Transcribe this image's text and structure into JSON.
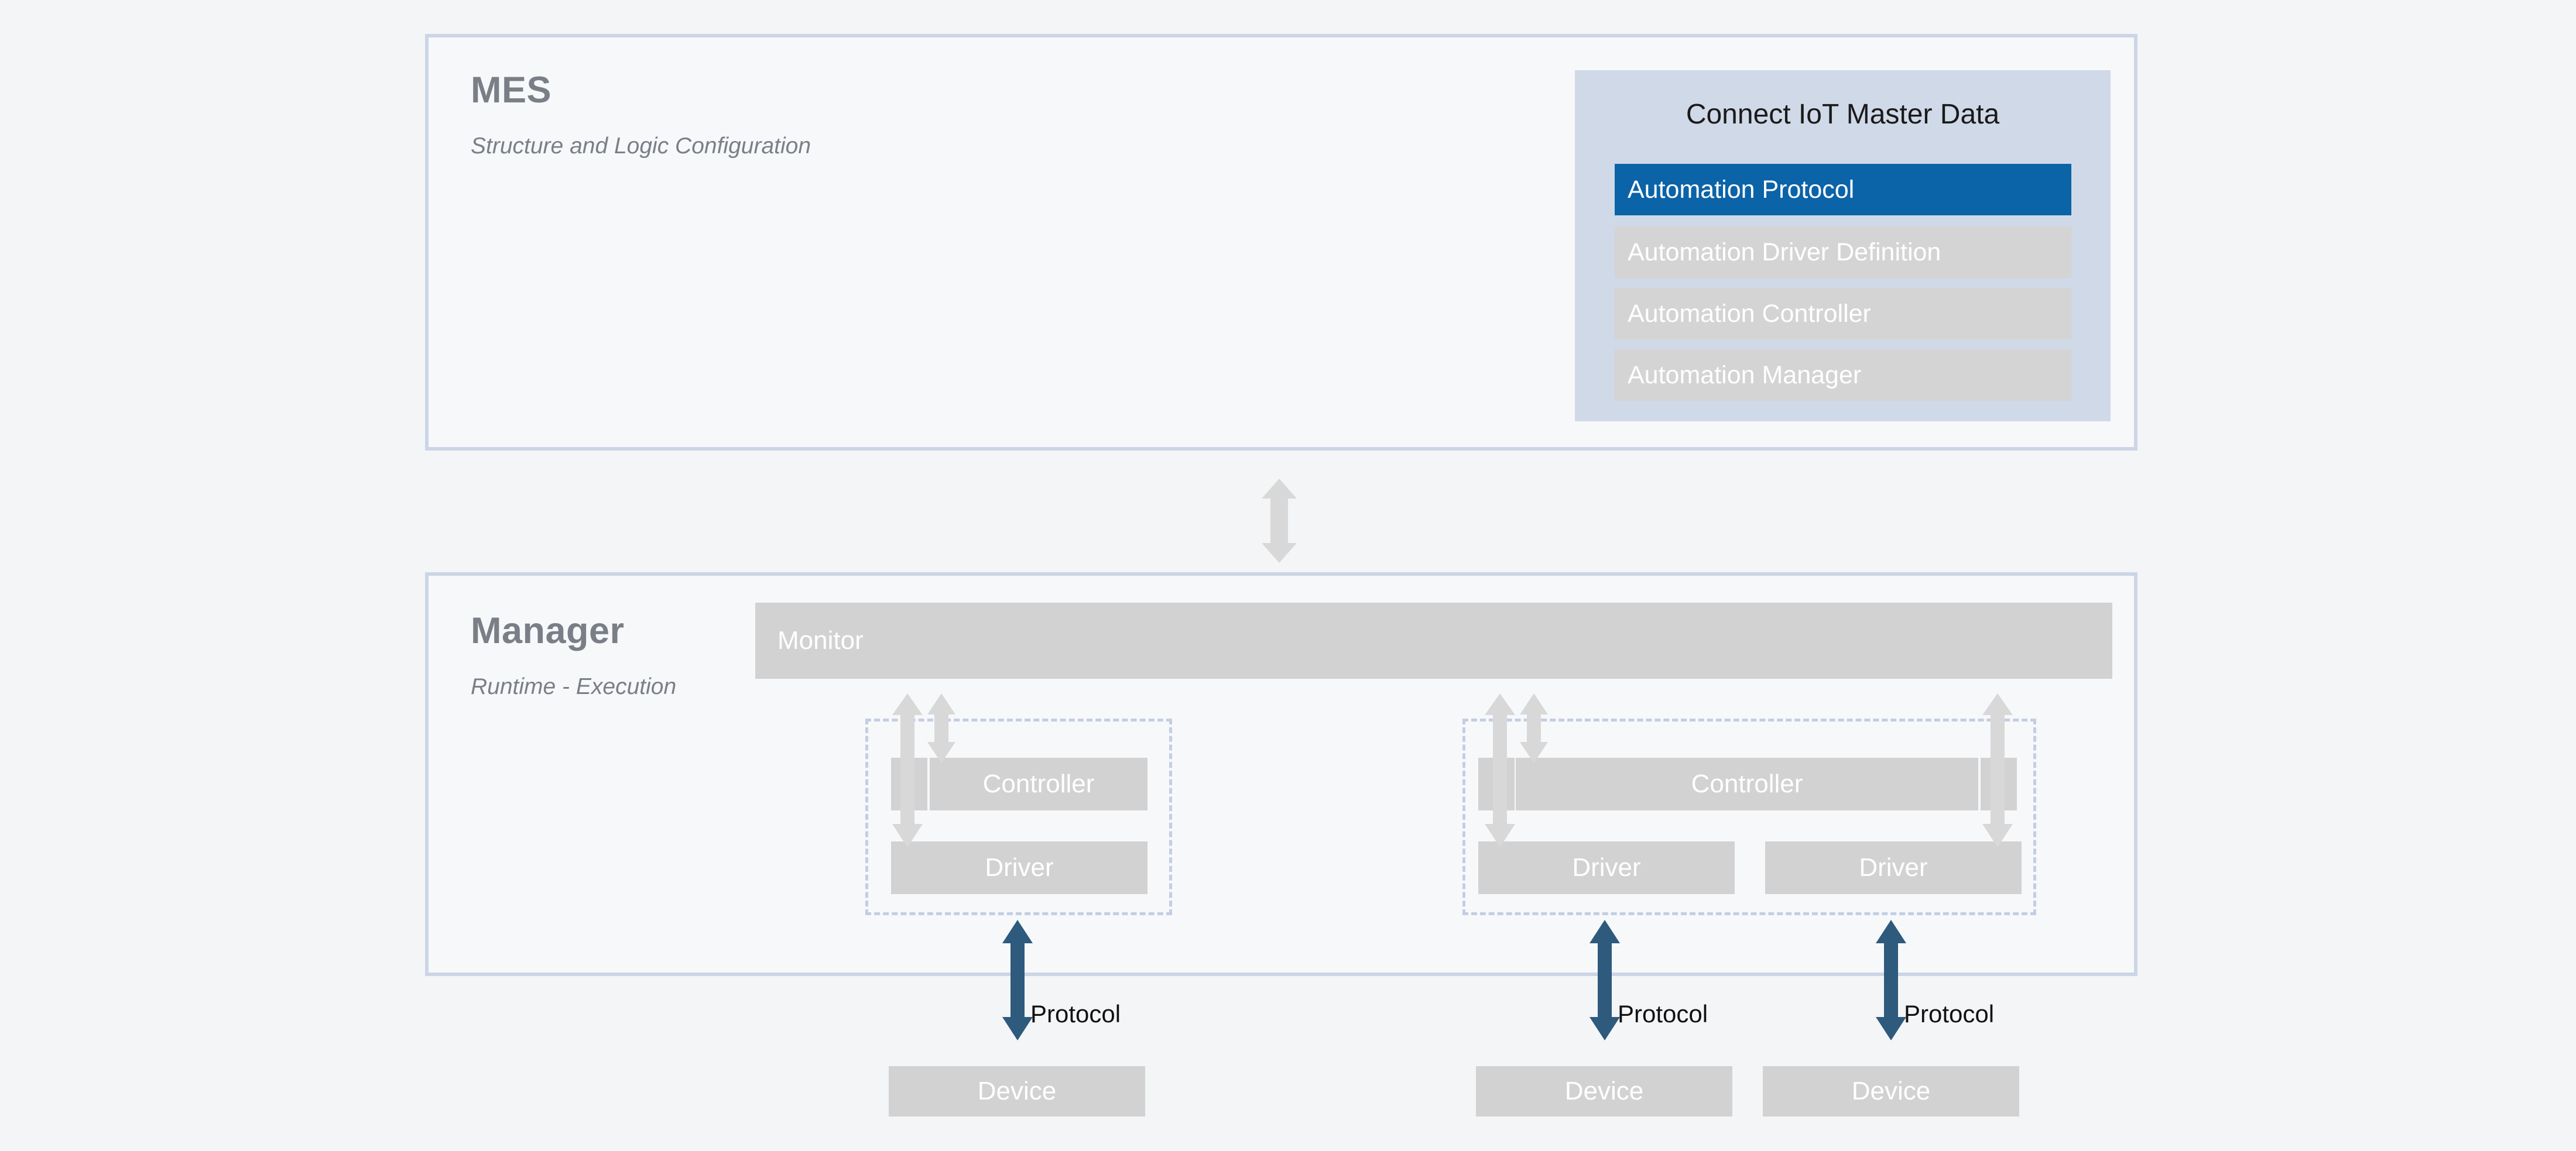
{
  "diagram": {
    "title": "MES Connect IoT Architecture",
    "background_color": "#f4f5f7",
    "accent_blue": "#0b63a8",
    "panel_blue": "#d0d9e8",
    "grey_block": "#d2d2d2",
    "protocol_arrow_color": "#2e5a7d",
    "border_color": "#ccd5e6"
  },
  "mes": {
    "title": "MES",
    "subtitle": "Structure and Logic Configuration"
  },
  "iot_card": {
    "title": "Connect IoT Master Data",
    "items": [
      {
        "label": "Automation Protocol",
        "state": "active"
      },
      {
        "label": "Automation Driver Definition",
        "state": "inactive"
      },
      {
        "label": "Automation Controller",
        "state": "inactive"
      },
      {
        "label": "Automation Manager",
        "state": "inactive"
      }
    ]
  },
  "manager": {
    "title": "Manager",
    "subtitle": "Runtime - Execution",
    "monitor_label": "Monitor",
    "groups": [
      {
        "name": "left-group",
        "controller_label": "Controller",
        "drivers": [
          "Driver"
        ]
      },
      {
        "name": "right-group",
        "controller_label": "Controller",
        "drivers": [
          "Driver",
          "Driver"
        ]
      }
    ]
  },
  "devices": [
    {
      "label": "Device"
    },
    {
      "label": "Device"
    },
    {
      "label": "Device"
    }
  ],
  "protocol_links": [
    {
      "label": "Protocol"
    },
    {
      "label": "Protocol"
    },
    {
      "label": "Protocol"
    }
  ]
}
